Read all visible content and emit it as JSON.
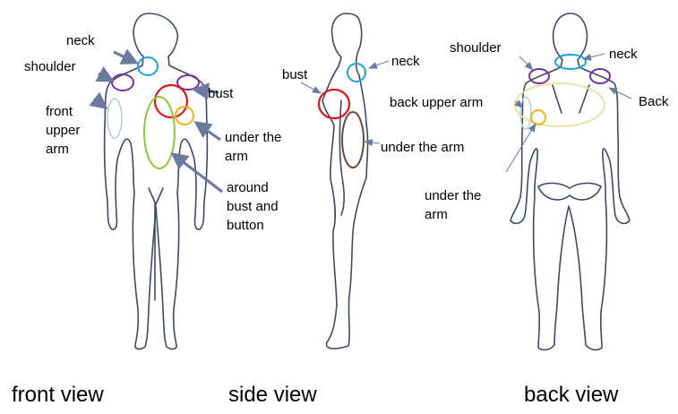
{
  "views": [
    {
      "caption": "front view"
    },
    {
      "caption": "side view"
    },
    {
      "caption": "back view"
    }
  ],
  "labels": {
    "front": {
      "neck": "neck",
      "shoulder": "shoulder",
      "bust": "bust",
      "front_upper_arm": "front\nupper\narm",
      "under_the_arm": "under the\narm",
      "around_bust_and_button": "around\nbust and\nbutton"
    },
    "side": {
      "bust": "bust",
      "neck": "neck",
      "under_the_arm": "under the arm"
    },
    "back": {
      "shoulder": "shoulder",
      "neck": "neck",
      "back_upper_arm": "back upper arm",
      "back": "Back",
      "under_the_arm": "under the\narm"
    }
  },
  "colors": {
    "figure_outline": "#3d4a66",
    "arrow_bold": "#6c7aa0",
    "arrow_thin": "#6c7aa0",
    "neck": "#1aa3d9",
    "shoulder": "#7a2f9e",
    "bust": "#e0151b",
    "under_arm": "#f2b215",
    "around_bust": "#8cc63f",
    "upper_arm": "#b8cde0",
    "side_under_arm": "#6b4a3a",
    "back_region": "#e3e6a6"
  }
}
